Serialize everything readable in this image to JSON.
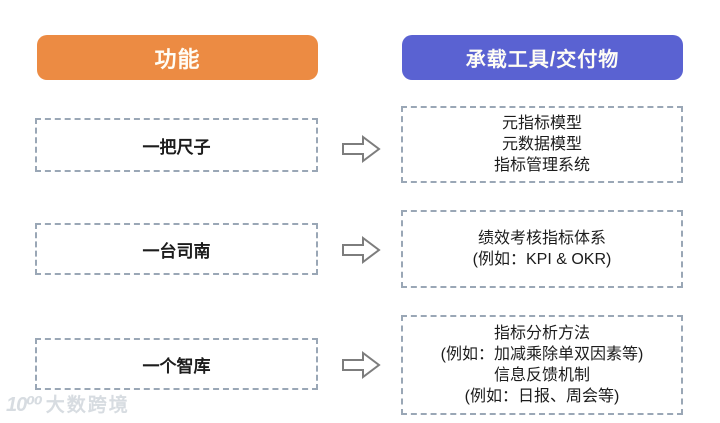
{
  "diagram": {
    "headers": {
      "left": {
        "label": "功能"
      },
      "right": {
        "label": "承载工具/交付物"
      }
    },
    "rows": [
      {
        "function": "一把尺子",
        "deliverables": [
          "元指标模型",
          "元数据模型",
          "指标管理系统"
        ]
      },
      {
        "function": "一台司南",
        "deliverables": [
          "绩效考核指标体系",
          "(例如：KPI & OKR)"
        ]
      },
      {
        "function": "一个智库",
        "deliverables": [
          "指标分析方法",
          "(例如：加减乘除单双因素等)",
          "信息反馈机制",
          "(例如：日报、周会等)"
        ]
      }
    ],
    "colors": {
      "header_left_bg": "#EC8B43",
      "header_right_bg": "#5A62D2",
      "dashed_border": "#9AA7B6",
      "arrow_outline": "#7d7d7d",
      "text": "#1c1c1c",
      "watermark": "#d7dce1"
    },
    "icons": {
      "arrow": "hollow-right-block-arrow"
    },
    "watermark": {
      "logo": "10⁰⁰",
      "text": "大数跨境"
    }
  }
}
